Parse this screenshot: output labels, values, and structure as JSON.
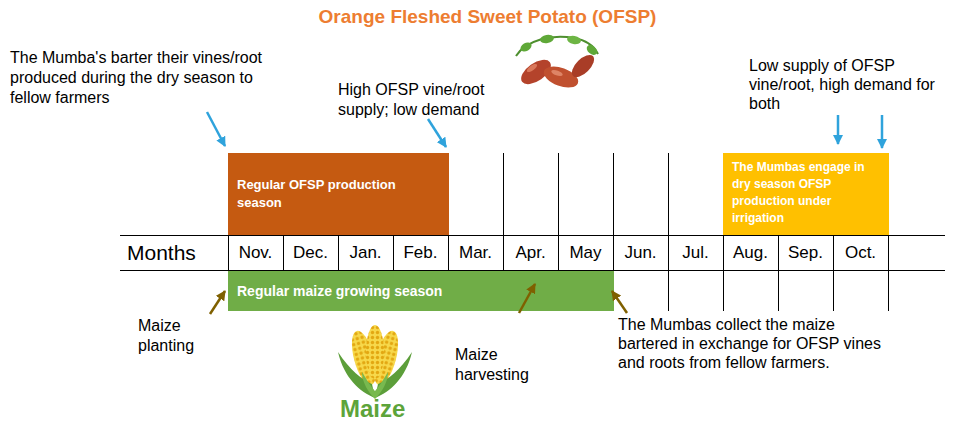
{
  "diagram": {
    "title": "Orange Fleshed Sweet Potato (OFSP)",
    "nodes": [
      {
        "text": [
          "Regular OFSP production season"
        ]
      },
      {
        "text": [
          "The Mumbas engage in dry season OFSP production under irrigation"
        ]
      },
      {
        "text": [
          "Regular maize growing season"
        ]
      }
    ],
    "labels": [
      "The Mumba's barter their vines/root produced during the dry season to fellow farmers",
      "High OFSP vine/root supply; low demand",
      "Low supply of OFSP vine/root, high demand for both",
      "Months",
      "Nov.",
      "Dec.",
      "Jan.",
      "Feb.",
      "Mar.",
      "Apr.",
      "May",
      "Jun.",
      "Jul.",
      "Aug.",
      "Sep.",
      "Oct.",
      "Maize planting",
      "Maize harvesting",
      "The Mumbas collect the maize bartered in exchange for OFSP vines and roots from fellow farmers.",
      "Maize"
    ]
  }
}
